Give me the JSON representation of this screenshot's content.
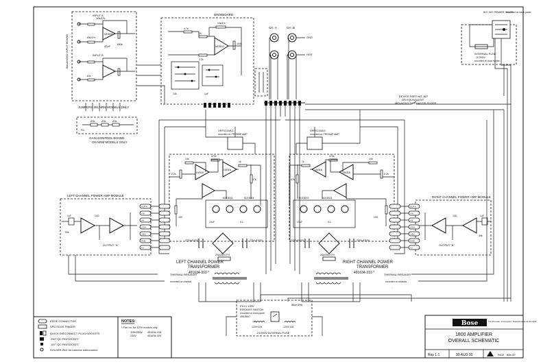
{
  "balanced_input": {
    "title": "BALANCED INPUT BOARD",
    "jumper_note": "JUMPERS ON NRM MODELS ONLY",
    "input_label": "INPUT",
    "parts": [
      "10k/1%",
      "10k/1%",
      "100k",
      "47pF",
      "INPUT A",
      "INPUT B",
      "NE5532",
      "10k"
    ]
  },
  "gain_board": {
    "title": "GAIN CONTROL BOARD",
    "subtitle": "ON NRM MODELS ONLY",
    "parts": [
      "20k",
      "20k",
      "20k",
      "R1"
    ]
  },
  "backboard": {
    "title": "BACKBOARD",
    "parts": [
      "2k",
      "10k/1%",
      "NE5532",
      "4.7k",
      "100k",
      "2.2k",
      "10k",
      "1uF",
      "OP-AMP"
    ]
  },
  "outputs": {
    "ch_a": "CH. A",
    "ch_b": "CH. B",
    "gnd_label": "GND",
    "hot_label": "HOT"
  },
  "power_entry": {
    "iec": "IEC 320 POWER INLET",
    "mount_note": "mounted on back panel",
    "fuse": "INTERNAL FUSE",
    "fuse_value": "2/250V",
    "fuse_note": "mounted on fuse holder"
  },
  "breaker_note": {
    "line1": "DEVICE PART NO. 827",
    "line2": "OR EQUIVALENT",
    "line3": "MOUNTED TO CHASSIS FLOOR"
  },
  "left_amp": {
    "module_title": "LEFT CHANNEL POWER AMP MODULE",
    "transformer_title": "LEFT CHANNEL POWER",
    "transformer_sub": "TRANSFORMER",
    "part_no": "491634-310  *",
    "output_label": "OUTPUT \"A\"",
    "regulator": "VRF0134AG",
    "regulator_note": "mounted on PREAMP AMP",
    "caps": [
      "2200uF/63V",
      "2200uF/63V"
    ],
    "fuse": "20A/250V FH",
    "thermal": "THERMAL BREAKER",
    "thermal_note": "mounted on chassis",
    "thermal_value": "-"
  },
  "right_amp": {
    "module_title": "RIGHT CHANNEL POWER AMP MODULE",
    "transformer_title": "RIGHT CHANNEL POWER",
    "transformer_sub": "TRANSFORMER",
    "part_no": "491634-310  *",
    "output_label": "OUTPUT \"B\"",
    "regulator": "VRF0134AG",
    "regulator_note": "mounted on PREAMP AMP",
    "caps": [
      "2200uF/63V",
      "2200uF/63V"
    ],
    "fuse": "20A/250V FH",
    "thermal": "THERMAL BREAKER",
    "thermal_note": "mounted on chassis",
    "thermal_value": "-"
  },
  "amp_parts": [
    "10k",
    "470k",
    "1k",
    "47k",
    "2.2k",
    "100",
    "10uF",
    "LM318",
    "MJ15003",
    "MJ15004",
    "0.1",
    "10Ω",
    "27pF",
    "1uF",
    "39k"
  ],
  "module_pins": [
    "OUT A",
    "+IN",
    "-IN",
    "+15V",
    "-15V",
    "GND",
    "+V",
    "-V",
    "GND"
  ],
  "power_switch": {
    "title": "PH+1 120V",
    "line2": "ROCKER SWITCH",
    "line3": "mounted on front panel",
    "part": "498-8847",
    "fuse_label": "21.000V INTERNAL FUSE",
    "relay": "120V/12A",
    "relay2": "120V/12A",
    "tag": "88a+0H6"
  },
  "legend": {
    "items": [
      "EDGE CONNECTOR",
      "SPD EDGE FINGER",
      "QUICK DISCONNECT PLUG/SOCKETS",
      ".250\" QC PIN/SOCKET",
      ".187\" QC PIN/SOCKET",
      "SOLDER PAD for harness interconnect"
    ]
  },
  "notes": {
    "title": "NOTES:",
    "line1": "*  Part no. for 120V models only.",
    "line2a": "115v/230V",
    "line2b": "491634-318",
    "line3a": "230V",
    "line3b": "491634-320"
  },
  "title_block": {
    "brand": "Bose",
    "subbrand": "The Mountain, Framingham, Massachusetts 01701-9168",
    "product": "1800 AMPLIFIER",
    "drawing": "OVERALL SCHEMATIC",
    "rev": "Rev 1.1",
    "date": "30 AUG 93",
    "sheet": "PAGE",
    "sheet_no": "88e-00"
  }
}
